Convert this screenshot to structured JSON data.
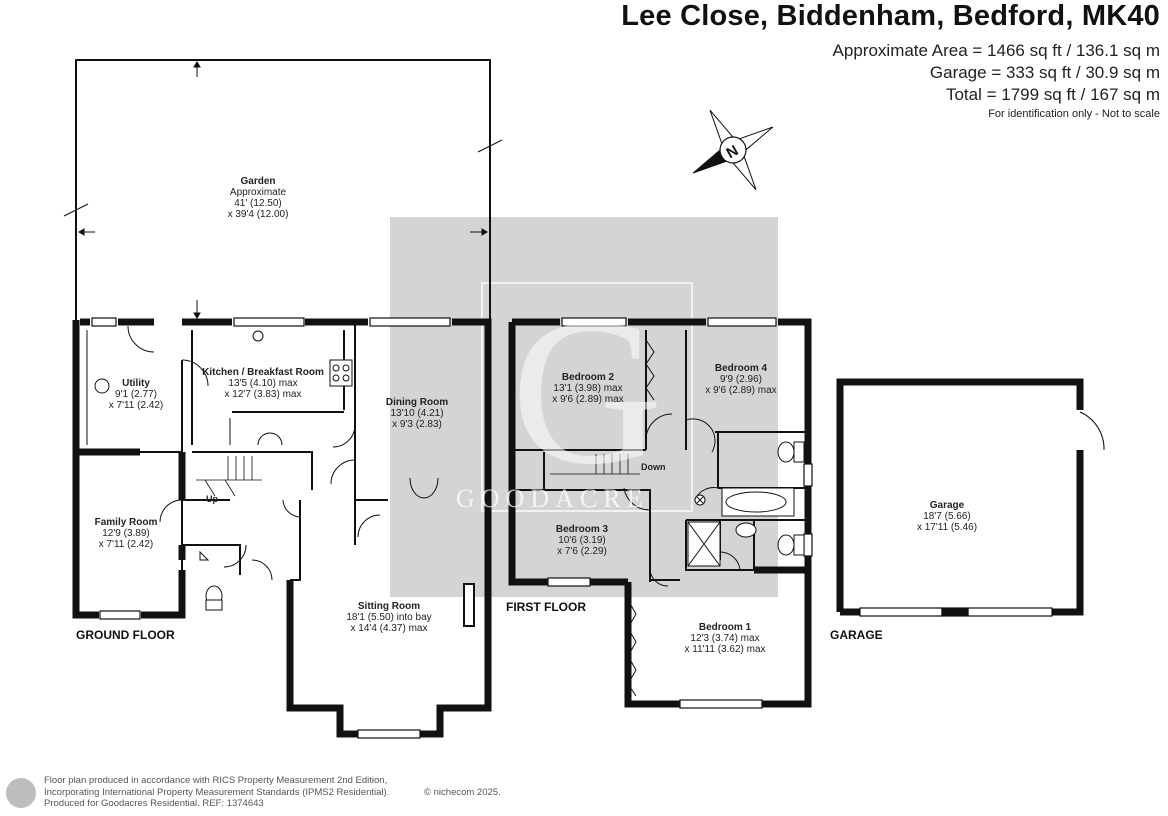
{
  "header": {
    "title": "Lee Close, Biddenham, Bedford, MK40",
    "area_line": "Approximate Area = 1466 sq ft / 136.1 sq m",
    "garage_line": "Garage = 333 sq ft / 30.9 sq m",
    "total_line": "Total = 1799 sq ft / 167 sq m",
    "note": "For identification only - Not to scale"
  },
  "floors": {
    "ground": "GROUND FLOOR",
    "first": "FIRST FLOOR",
    "garage": "GARAGE"
  },
  "rooms": {
    "garden": {
      "name": "Garden",
      "line1": "Approximate",
      "line2": "41' (12.50)",
      "line3": "x 39'4 (12.00)"
    },
    "utility": {
      "name": "Utility",
      "line1": "9'1 (2.77)",
      "line2": "x 7'11 (2.42)"
    },
    "kitchen": {
      "name": "Kitchen / Breakfast Room",
      "line1": "13'5 (4.10) max",
      "line2": "x 12'7 (3.83) max"
    },
    "dining": {
      "name": "Dining Room",
      "line1": "13'10 (4.21)",
      "line2": "x 9'3 (2.83)"
    },
    "family": {
      "name": "Family Room",
      "line1": "12'9 (3.89)",
      "line2": "x 7'11 (2.42)"
    },
    "sitting": {
      "name": "Sitting Room",
      "line1": "18'1 (5.50) into bay",
      "line2": "x 14'4 (4.37) max"
    },
    "bedroom2": {
      "name": "Bedroom 2",
      "line1": "13'1 (3.98) max",
      "line2": "x 9'6 (2.89) max"
    },
    "bedroom4": {
      "name": "Bedroom 4",
      "line1": "9'9 (2.96)",
      "line2": "x 9'6 (2.89) max"
    },
    "bedroom3": {
      "name": "Bedroom 3",
      "line1": "10'6 (3.19)",
      "line2": "x 7'6 (2.29)"
    },
    "bedroom1": {
      "name": "Bedroom 1",
      "line1": "12'3 (3.74) max",
      "line2": "x 11'11 (3.62) max"
    },
    "garage": {
      "name": "Garage",
      "line1": "18'7 (5.66)",
      "line2": "x 17'11 (5.46)"
    }
  },
  "stair_labels": {
    "up": "Up",
    "down": "Down"
  },
  "compass": {
    "letter": "N"
  },
  "watermark": {
    "letter": "G",
    "name": "GOODACRE"
  },
  "footer": {
    "line1": "Floor plan produced in accordance with RICS Property Measurement 2nd Edition,",
    "line2": "Incorporating International Property Measurement Standards (IPMS2 Residential).",
    "copyright": "© nichecom 2025.",
    "line3": "Produced for Goodacres Residential.   REF: 1374643"
  },
  "colors": {
    "wall": "#111111",
    "watermark_bg": "#d4d4d4",
    "window": "#ffffff"
  }
}
